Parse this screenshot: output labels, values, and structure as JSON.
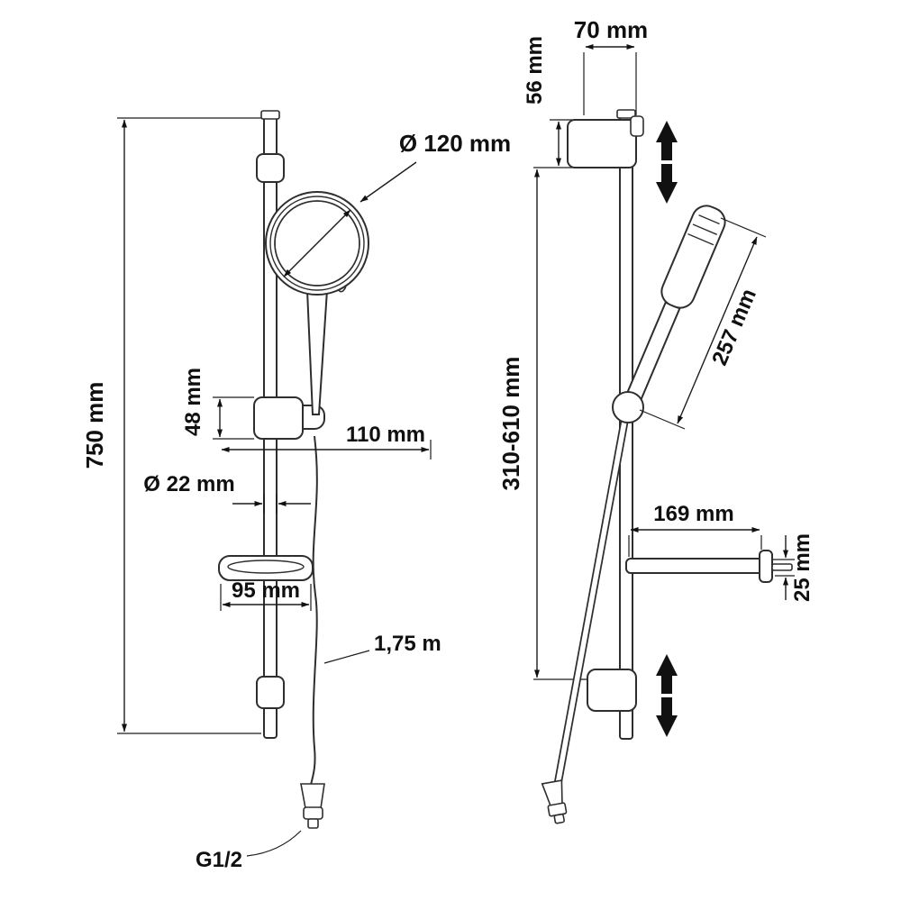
{
  "front_view": {
    "height": "750 mm",
    "holder_height": "48 mm",
    "holder_width": "110 mm",
    "head_diameter": "Ø 120 mm",
    "rail_diameter": "Ø 22 mm",
    "shelf_width": "95 mm",
    "hose_length": "1,75 m",
    "connector_thread": "G1/2"
  },
  "side_view": {
    "bracket_width": "70 mm",
    "bracket_height": "56 mm",
    "slider_travel": "310-610 mm",
    "handset_length": "257 mm",
    "shelf_depth": "169 mm",
    "shelf_thickness": "25 mm"
  }
}
